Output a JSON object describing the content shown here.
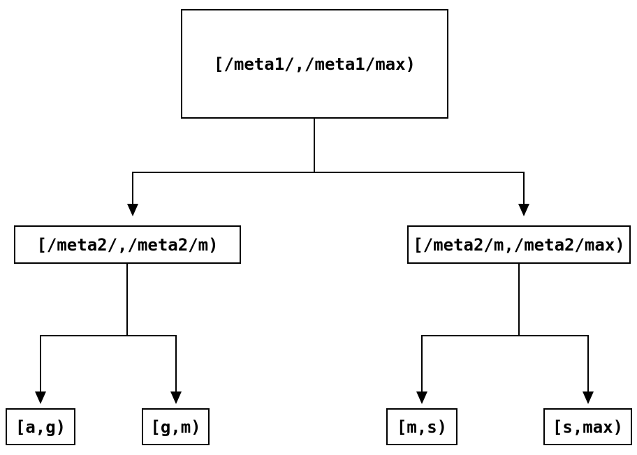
{
  "diagram": {
    "type": "tree",
    "background_color": "#ffffff",
    "line_color": "#000000",
    "box_border_color": "#000000",
    "text_color": "#000000",
    "nodes": {
      "root": {
        "label": "[/meta1/,/meta1/max)"
      },
      "meta2_low": {
        "label": "[/meta2/,/meta2/m)"
      },
      "meta2_high": {
        "label": "[/meta2/m,/meta2/max)"
      },
      "leaf_ag": {
        "label": "[a,g)"
      },
      "leaf_gm": {
        "label": "[g,m)"
      },
      "leaf_ms": {
        "label": "[m,s)"
      },
      "leaf_smax": {
        "label": "[s,max)"
      }
    },
    "edges": [
      {
        "from": "[/meta1/,/meta1/max)",
        "to": "[/meta2/,/meta2/m)"
      },
      {
        "from": "[/meta1/,/meta1/max)",
        "to": "[/meta2/m,/meta2/max)"
      },
      {
        "from": "[/meta2/,/meta2/m)",
        "to": "[a,g)"
      },
      {
        "from": "[/meta2/,/meta2/m)",
        "to": "[g,m)"
      },
      {
        "from": "[/meta2/m,/meta2/max)",
        "to": "[m,s)"
      },
      {
        "from": "[/meta2/m,/meta2/max)",
        "to": "[s,max)"
      }
    ]
  }
}
